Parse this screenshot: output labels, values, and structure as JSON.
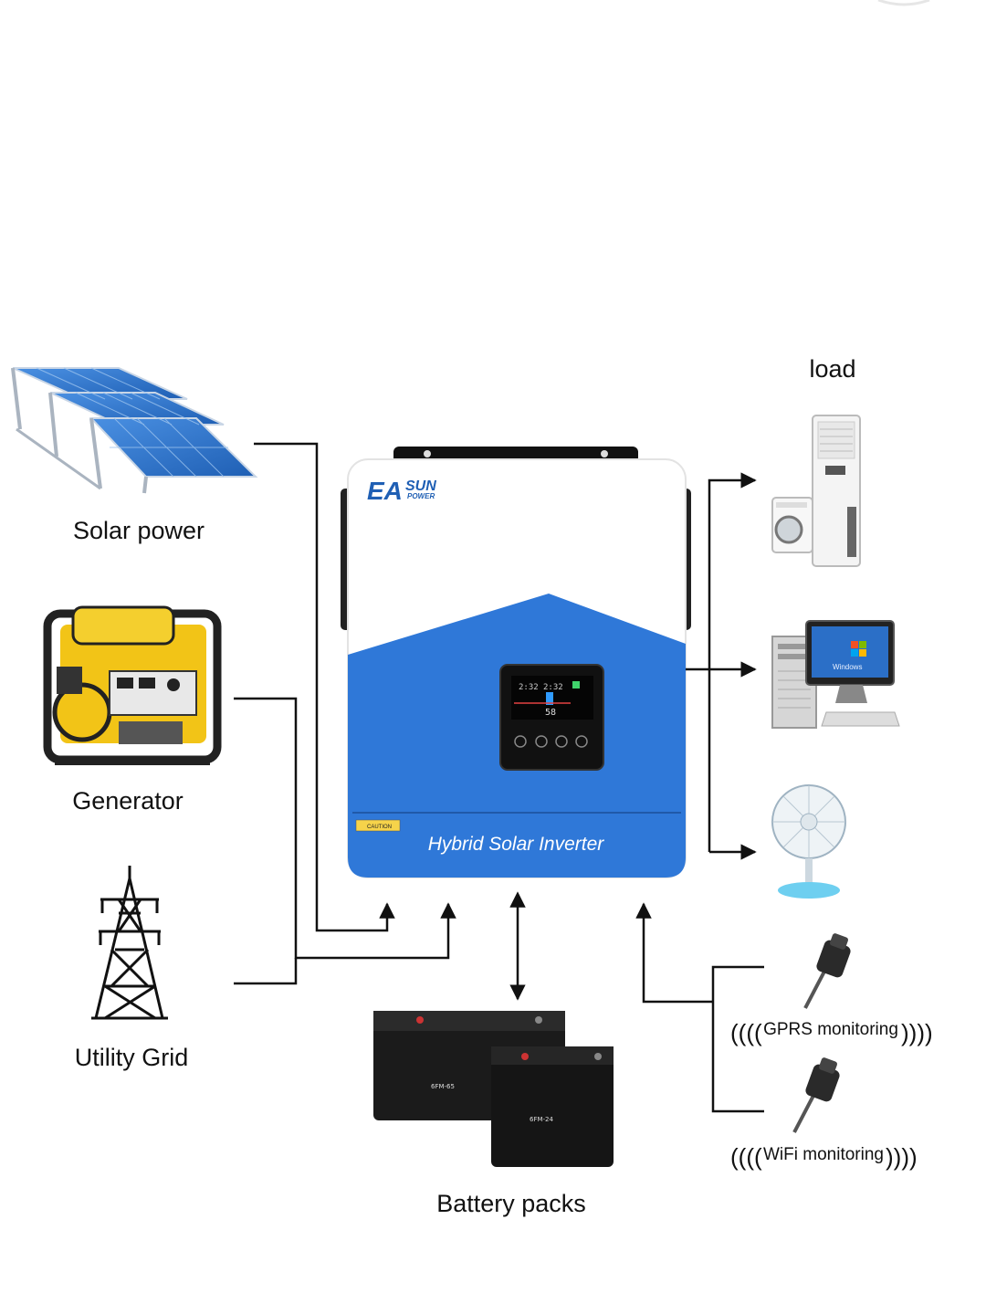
{
  "sources": {
    "solar": "Solar power",
    "generator": "Generator",
    "grid": "Utility Grid"
  },
  "load_title": "load",
  "battery_label": "Battery packs",
  "monitoring": {
    "gprs": "GPRS monitoring",
    "wifi": "WiFi monitoring"
  },
  "inverter": {
    "brand": "EA",
    "brand_sub_top": "SUN",
    "brand_sub_bottom": "POWER",
    "product_name": "Hybrid Solar Inverter",
    "display_reading": "58",
    "caution": "CAUTION"
  },
  "batteries": {
    "large_model": "6FM-65",
    "small_model": "6FM-24"
  },
  "monitor_screen_text": "Windows",
  "colors": {
    "inverter_blue": "#2f78d8",
    "inverter_white": "#ffffff",
    "line": "#111111",
    "solar_blue": "#2d74c9",
    "generator_yellow": "#f2c417"
  }
}
